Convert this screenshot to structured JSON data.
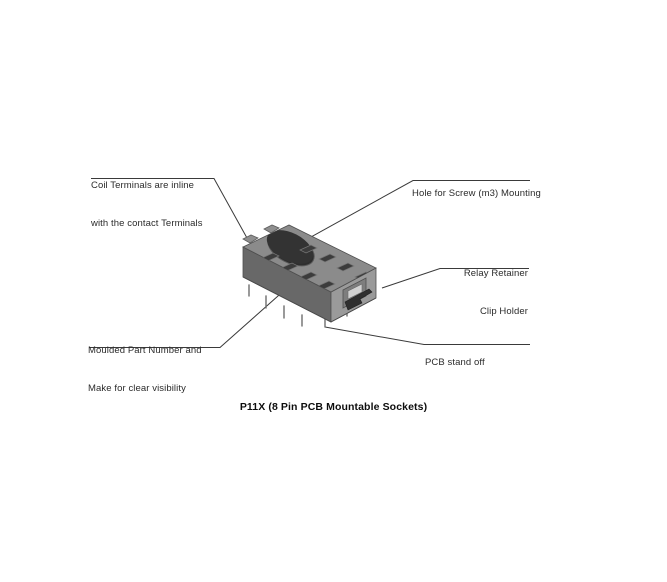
{
  "diagram": {
    "caption": "P11X (8 Pin PCB Mountable Sockets)",
    "product_view": "isometric-relay-socket",
    "callouts": [
      {
        "id": "coil-terminals",
        "line1": "Coil Terminals are inline",
        "line2": "with the contact Terminals",
        "align": "left"
      },
      {
        "id": "screw-hole",
        "line1": "Hole for Screw (m3) Mounting",
        "line2": "",
        "align": "left"
      },
      {
        "id": "relay-retainer",
        "line1": "Relay Retainer",
        "line2": "Clip Holder",
        "align": "right"
      },
      {
        "id": "moulded-part-number",
        "line1": "Moulded Part Number and",
        "line2": "Make for clear visibility",
        "align": "left"
      },
      {
        "id": "pcb-stand-off",
        "line1": "PCB stand off",
        "line2": "",
        "align": "left"
      }
    ]
  },
  "colors": {
    "background": "#ffffff",
    "text": "#2b2b2b",
    "leader_line": "#3a3a3a",
    "body_top": "#8b8b8b",
    "body_front": "#6a6a6a",
    "body_side": "#787878",
    "body_end": "#9a9a9a",
    "slot_dark": "#3c3c3c",
    "hole_dark": "#2e2e2e",
    "pin_metal": "#9e9e9e"
  }
}
